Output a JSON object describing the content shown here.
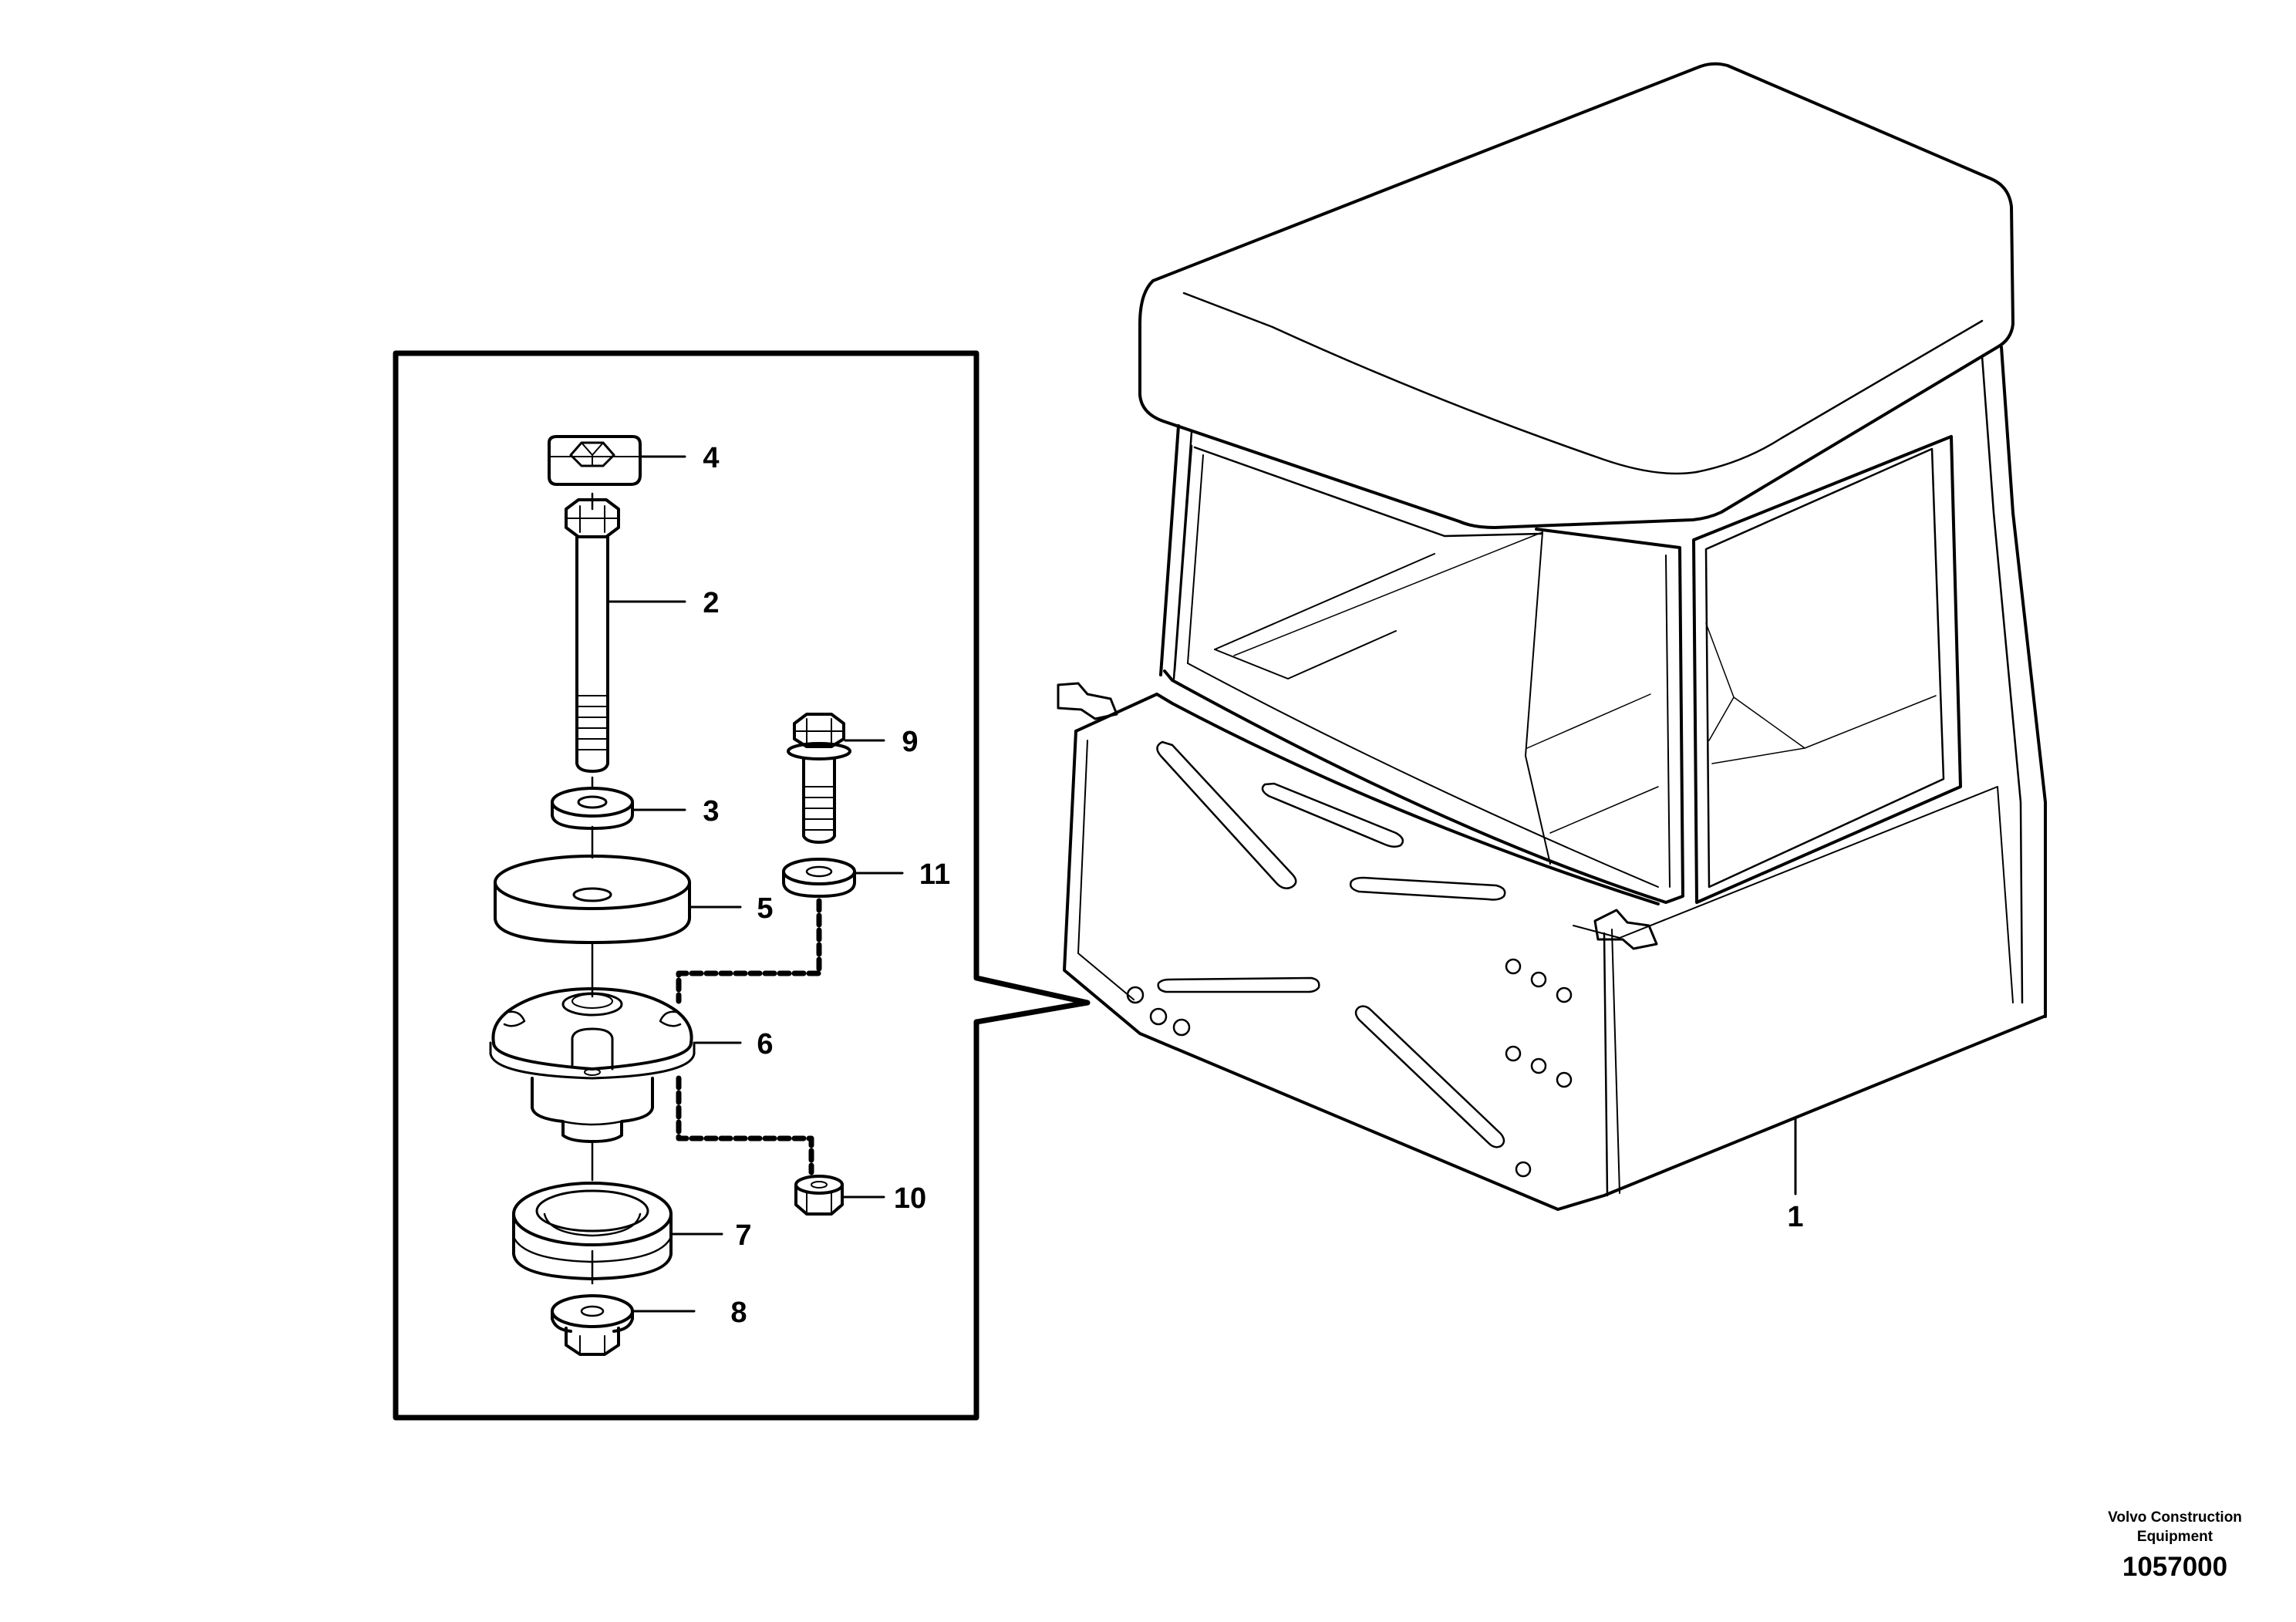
{
  "callouts": [
    {
      "id": "1",
      "label": "1"
    },
    {
      "id": "2",
      "label": "2"
    },
    {
      "id": "3",
      "label": "3"
    },
    {
      "id": "4",
      "label": "4"
    },
    {
      "id": "5",
      "label": "5"
    },
    {
      "id": "6",
      "label": "6"
    },
    {
      "id": "7",
      "label": "7"
    },
    {
      "id": "8",
      "label": "8"
    },
    {
      "id": "9",
      "label": "9"
    },
    {
      "id": "10",
      "label": "10"
    },
    {
      "id": "11",
      "label": "11"
    }
  ],
  "credit": {
    "line1": "Volvo Construction",
    "line2": "Equipment",
    "number": "1057000"
  }
}
